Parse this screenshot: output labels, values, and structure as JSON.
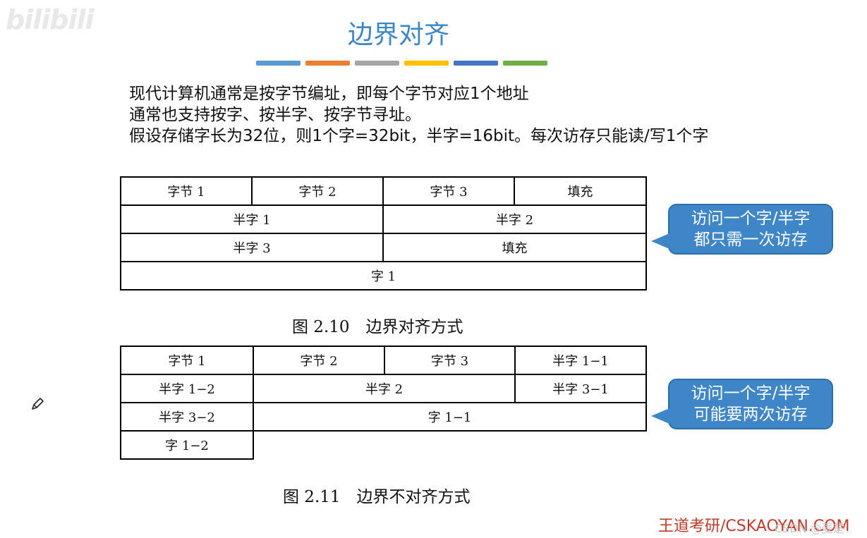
{
  "logo": "bilibili",
  "title": "边界对齐",
  "colors": {
    "title": "#3a86c8",
    "callout": "#3f86c9",
    "footer": "#c0392b",
    "bars": [
      "#5b9bd5",
      "#ed7d31",
      "#a5a5a5",
      "#ffc000",
      "#4472c4",
      "#70ad47"
    ]
  },
  "intro": [
    "现代计算机通常是按字节编址，即每个字节对应1个地址",
    "通常也支持按字、按半字、按字节寻址。",
    "假设存储字长为32位，则1个字=32bit，半字=16bit。每次访存只能读/写1个字"
  ],
  "aligned": {
    "rows": [
      [
        "字节 1",
        "字节 2",
        "字节 3",
        "填充"
      ],
      [
        "半字 1",
        "半字 2"
      ],
      [
        "半字 3",
        "填充"
      ],
      [
        "字 1"
      ]
    ],
    "caption": "图 2.10　边界对齐方式",
    "callout": [
      "访问一个字/半字",
      "都只需一次访存"
    ]
  },
  "unaligned": {
    "rows": [
      [
        "字节 1",
        "字节 2",
        "字节 3",
        "半字 1−1"
      ],
      [
        "半字 1−2",
        "半字 2",
        "半字 3−1"
      ],
      [
        "半字 3−2",
        "字 1−1"
      ],
      [
        "字 1−2"
      ]
    ],
    "caption": "图 2.11　边界不对齐方式",
    "callout": [
      "访问一个字/半字",
      "可能要两次访存"
    ]
  },
  "icons": {
    "pencil": "pencil-icon"
  },
  "footer": "王道考研/CSKAOYAN.COM",
  "watermark": "CSDN @麦楚"
}
